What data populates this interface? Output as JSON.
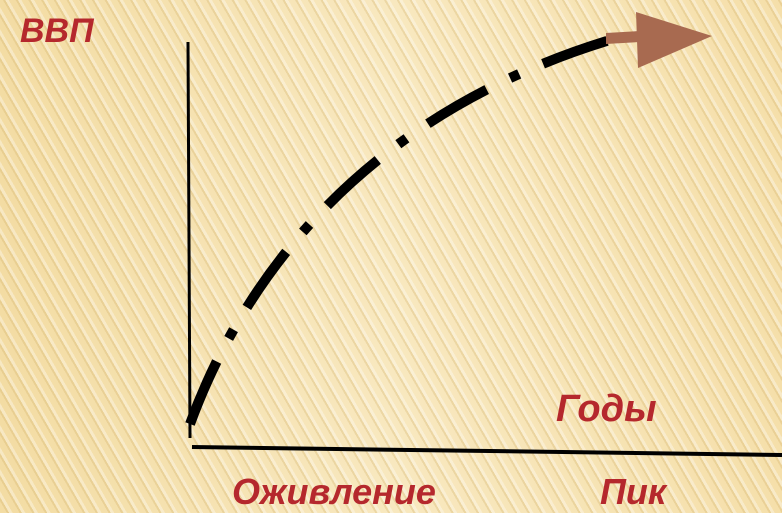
{
  "diagram": {
    "y_axis_label": "ВВП",
    "x_axis_label": "Годы",
    "phases": [
      "Оживление",
      "Пик"
    ],
    "colors": {
      "label": "#b5282d",
      "curve": "#000000",
      "arrow": "#a86a50",
      "background": "#f6e3b0"
    }
  }
}
